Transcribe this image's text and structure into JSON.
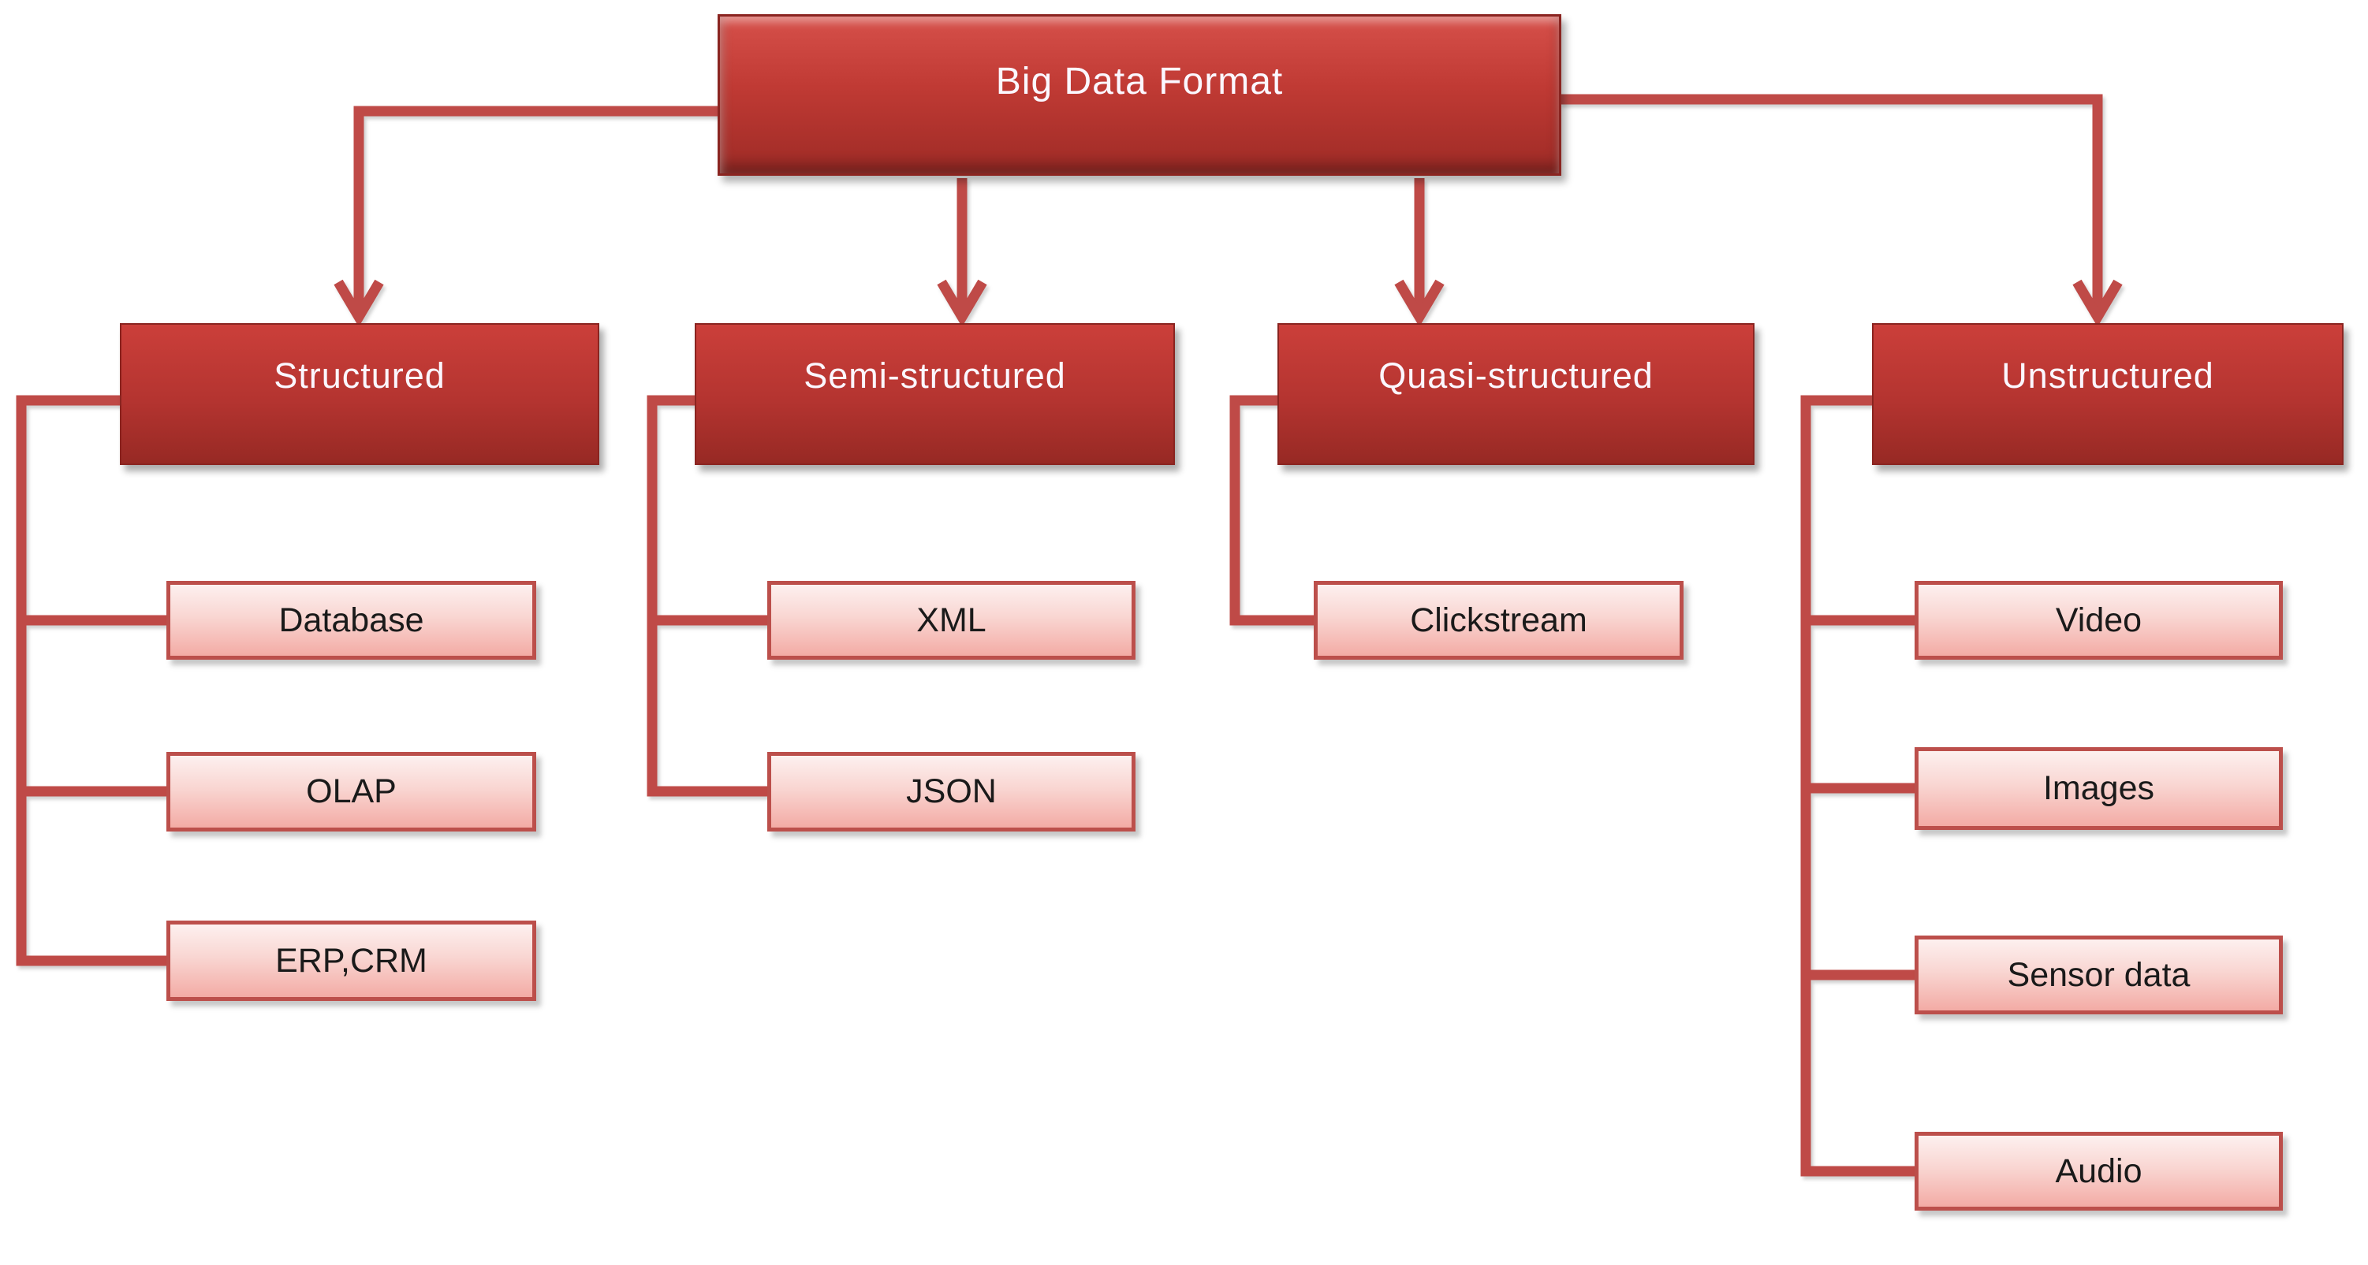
{
  "diagram": {
    "type": "hierarchy-flowchart",
    "root": {
      "label": "Big Data Format"
    },
    "columns": [
      {
        "header": "Structured",
        "children": [
          "Database",
          "OLAP",
          "ERP,CRM"
        ]
      },
      {
        "header": "Semi-structured",
        "children": [
          "XML",
          "JSON"
        ]
      },
      {
        "header": "Quasi-structured",
        "children": [
          "Clickstream"
        ]
      },
      {
        "header": "Unstructured",
        "children": [
          "Video",
          "Images",
          "Sensor data",
          "Audio"
        ]
      }
    ]
  },
  "colors": {
    "header_box_gradient_top": "#cd4440",
    "header_box_gradient_bottom": "#962823",
    "header_box_border": "#8a2420",
    "header_text": "#fbf7ff",
    "child_box_gradient_top": "#fdf0ef",
    "child_box_gradient_bottom": "#f3aba5",
    "child_box_border": "#bc4f4b",
    "child_text": "#1a1a1a",
    "connector_line": "#bf4a47",
    "background": "#ffffff"
  }
}
